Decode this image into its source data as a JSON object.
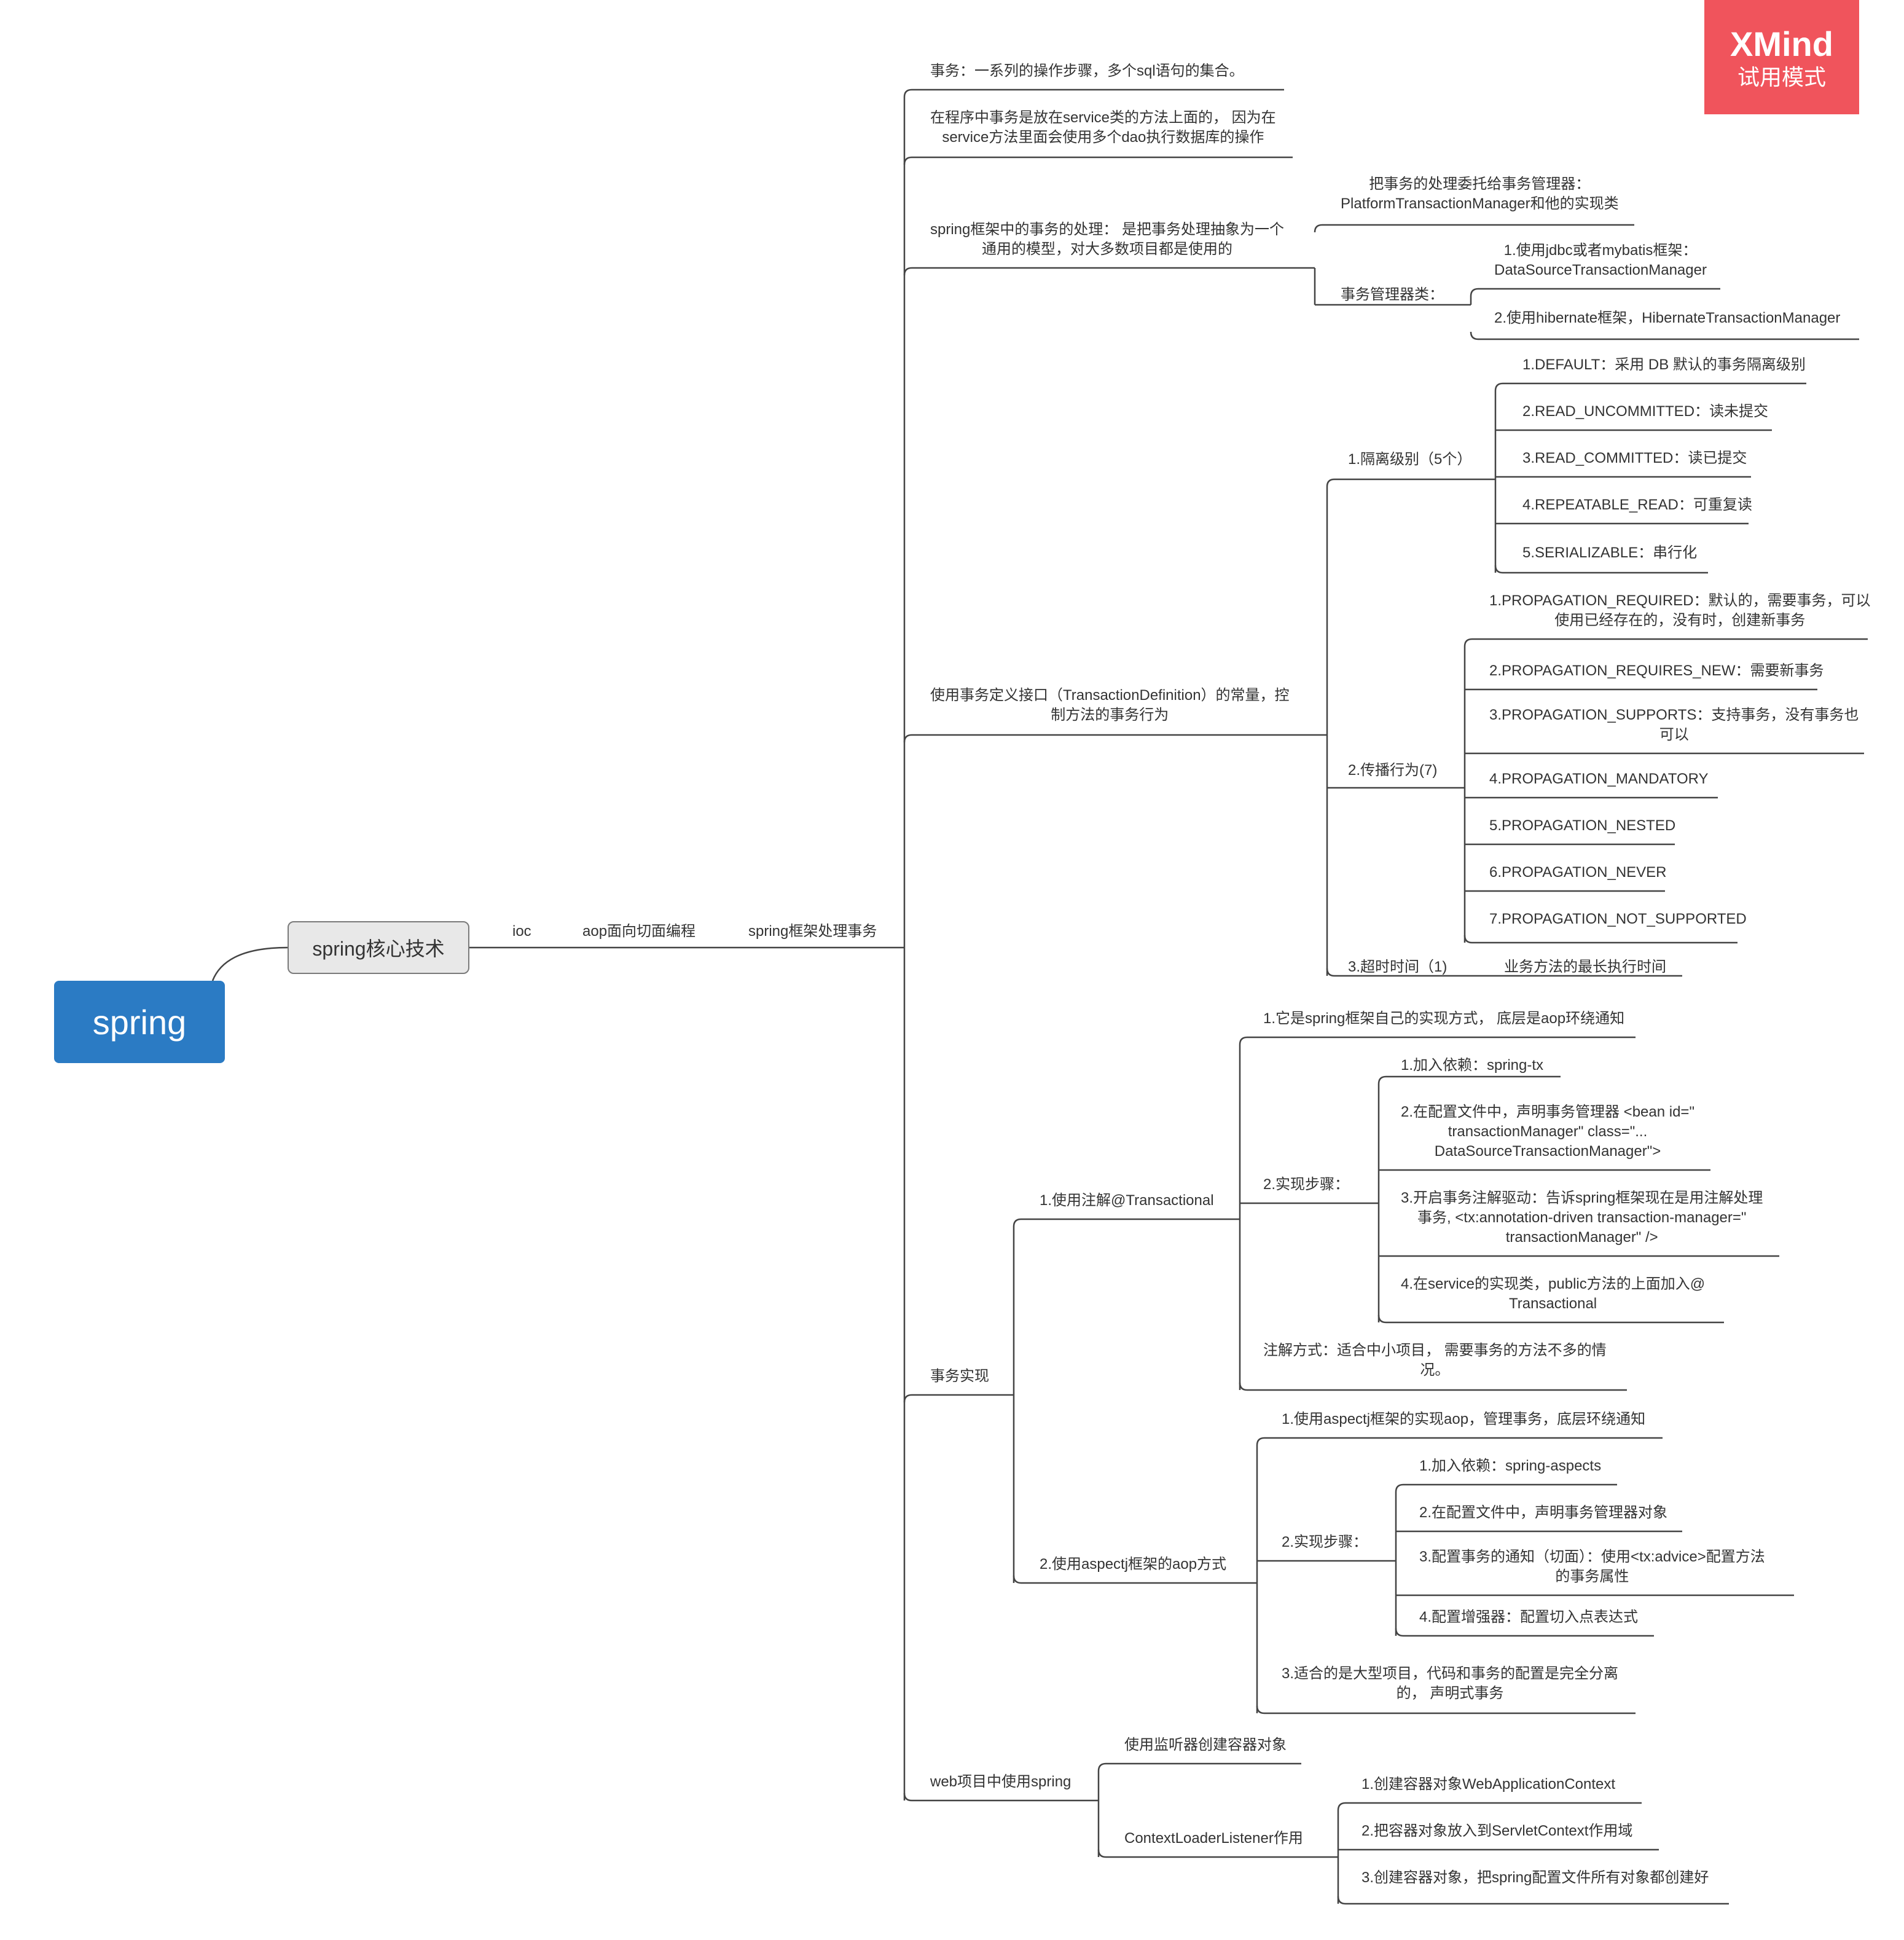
{
  "badge": {
    "title": "XMind",
    "subtitle": "试用模式"
  },
  "root": "spring",
  "center": "spring核心技术",
  "branches": {
    "ioc": "ioc",
    "aop": "aop面向切面编程",
    "tx": "spring框架处理事务"
  },
  "tx": {
    "def": "事务：一系列的操作步骤，多个sql语句的集合。",
    "service": [
      "在程序中事务是放在service类的方法上面的， 因为在",
      "service方法里面会使用多个dao执行数据库的操作"
    ],
    "framework": [
      "spring框架中的事务的处理： 是把事务处理抽象为一个",
      "通用的模型，对大多数项目都是使用的"
    ],
    "delegate": [
      "把事务的处理委托给事务管理器：",
      "PlatformTransactionManager和他的实现类"
    ],
    "managerClass": "事务管理器类：",
    "jdbc": [
      "1.使用jdbc或者mybatis框架：",
      "DataSourceTransactionManager"
    ],
    "hibernate": "2.使用hibernate框架，HibernateTransactionManager",
    "definition": [
      "使用事务定义接口（TransactionDefinition）的常量，控",
      "制方法的事务行为"
    ],
    "isolation": {
      "label": "1.隔离级别（5个）",
      "items": [
        "1.DEFAULT：采用 DB 默认的事务隔离级别",
        "2.READ_UNCOMMITTED：读未提交",
        "3.READ_COMMITTED：读已提交",
        "4.REPEATABLE_READ：可重复读",
        "5.SERIALIZABLE：串行化"
      ]
    },
    "propagation": {
      "label": "2.传播行为(7)",
      "required": [
        "1.PROPAGATION_REQUIRED：默认的，需要事务，可以",
        "使用已经存在的，没有时，创建新事务"
      ],
      "requires_new": "2.PROPAGATION_REQUIRES_NEW：需要新事务",
      "supports": [
        "3.PROPAGATION_SUPPORTS：支持事务，没有事务也",
        "可以"
      ],
      "mandatory": "4.PROPAGATION_MANDATORY",
      "nested": "5.PROPAGATION_NESTED",
      "never": "6.PROPAGATION_NEVER",
      "not_supported": "7.PROPAGATION_NOT_SUPPORTED"
    },
    "timeout": {
      "label": "3.超时时间（1)",
      "desc": "业务方法的最长执行时间"
    },
    "impl": {
      "label": "事务实现",
      "annotation": {
        "label": "1.使用注解@Transactional",
        "own": "1.它是spring框架自己的实现方式， 底层是aop环绕通知",
        "steps": "2.实现步骤：",
        "s1": "1.加入依赖：spring-tx",
        "s2": [
          "2.在配置文件中，声明事务管理器 <bean id=\"",
          "transactionManager\" class=\"...",
          "DataSourceTransactionManager\">"
        ],
        "s3": [
          "3.开启事务注解驱动：告诉spring框架现在是用注解处理",
          "事务, <tx:annotation-driven transaction-manager=\"",
          "transactionManager\" />"
        ],
        "s4": [
          "4.在service的实现类，public方法的上面加入@",
          "Transactional"
        ],
        "suit": [
          "注解方式：适合中小项目， 需要事务的方法不多的情",
          "况。"
        ]
      },
      "aspectj": {
        "label": "2.使用aspectj框架的aop方式",
        "use": "1.使用aspectj框架的实现aop，管理事务，底层环绕通知",
        "steps": "2.实现步骤：",
        "s1": "1.加入依赖：spring-aspects",
        "s2": "2.在配置文件中，声明事务管理器对象",
        "s3": [
          "3.配置事务的通知（切面）：使用<tx:advice>配置方法",
          "的事务属性"
        ],
        "s4": "4.配置增强器：配置切入点表达式",
        "suit": [
          "3.适合的是大型项目，代码和事务的配置是完全分离",
          "的， 声明式事务"
        ]
      }
    },
    "web": {
      "label": "web项目中使用spring",
      "listener": "使用监听器创建容器对象",
      "cll": "ContextLoaderListener作用",
      "c1": "1.创建容器对象WebApplicationContext",
      "c2": "2.把容器对象放入到ServletContext作用域",
      "c3": "3.创建容器对象，把spring配置文件所有对象都创建好"
    }
  }
}
